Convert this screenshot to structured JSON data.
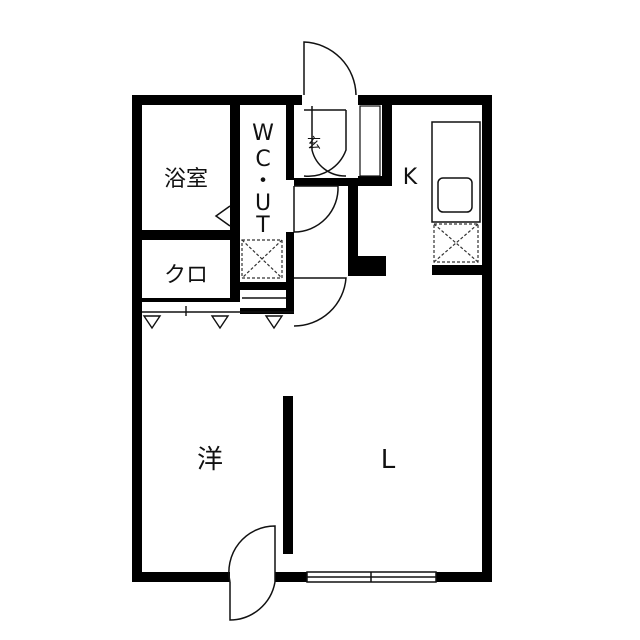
{
  "rooms": {
    "bath": "浴室",
    "wc_ut": [
      "W",
      "C",
      "・",
      "U",
      "T"
    ],
    "entrance": "玄",
    "kitchen": "K",
    "closet": "クロ",
    "western": "洋",
    "living": "L"
  },
  "colors": {
    "wall": "#000000",
    "line": "#111111",
    "fixture": "#555555",
    "background": "#ffffff"
  }
}
